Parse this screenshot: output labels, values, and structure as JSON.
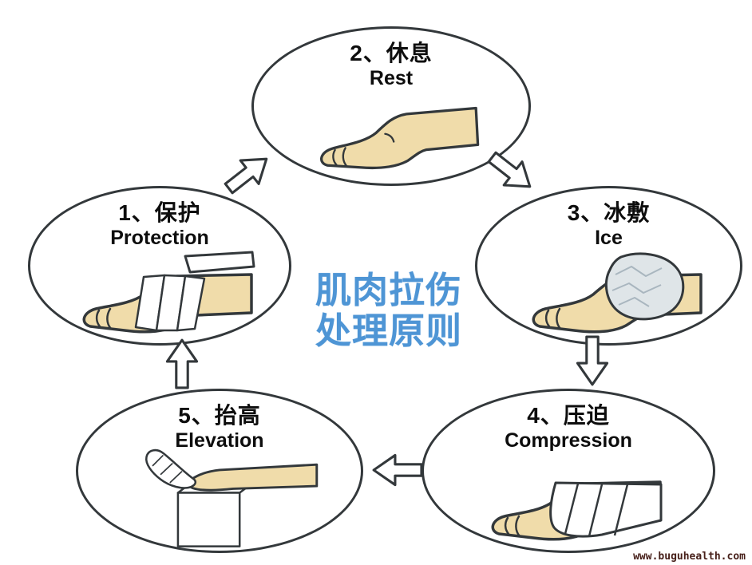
{
  "center_title": {
    "line1": "肌肉拉伤",
    "line2": "处理原则"
  },
  "nodes": [
    {
      "id": "protection",
      "label_zh": "1、保护",
      "label_en": "Protection",
      "illustration": "foot-with-protective-bandage"
    },
    {
      "id": "rest",
      "label_zh": "2、休息",
      "label_en": "Rest",
      "illustration": "bare-resting-foot"
    },
    {
      "id": "ice",
      "label_zh": "3、冰敷",
      "label_en": "Ice",
      "illustration": "foot-with-ice-pack"
    },
    {
      "id": "compression",
      "label_zh": "4、压迫",
      "label_en": "Compression",
      "illustration": "foot-with-compression-wrap"
    },
    {
      "id": "elevation",
      "label_zh": "5、抬高",
      "label_en": "Elevation",
      "illustration": "leg-elevated-on-block"
    }
  ],
  "flow": [
    "protection -> rest",
    "rest -> ice",
    "ice -> compression",
    "compression -> elevation",
    "elevation -> protection"
  ],
  "watermark": "www.buguhealth.com",
  "colors": {
    "accent_blue": "#4e95d5",
    "outline": "#33383b",
    "skin": "#f0dcaa",
    "ice_fill": "#dfe5e8",
    "watermark_color": "#47201a"
  }
}
